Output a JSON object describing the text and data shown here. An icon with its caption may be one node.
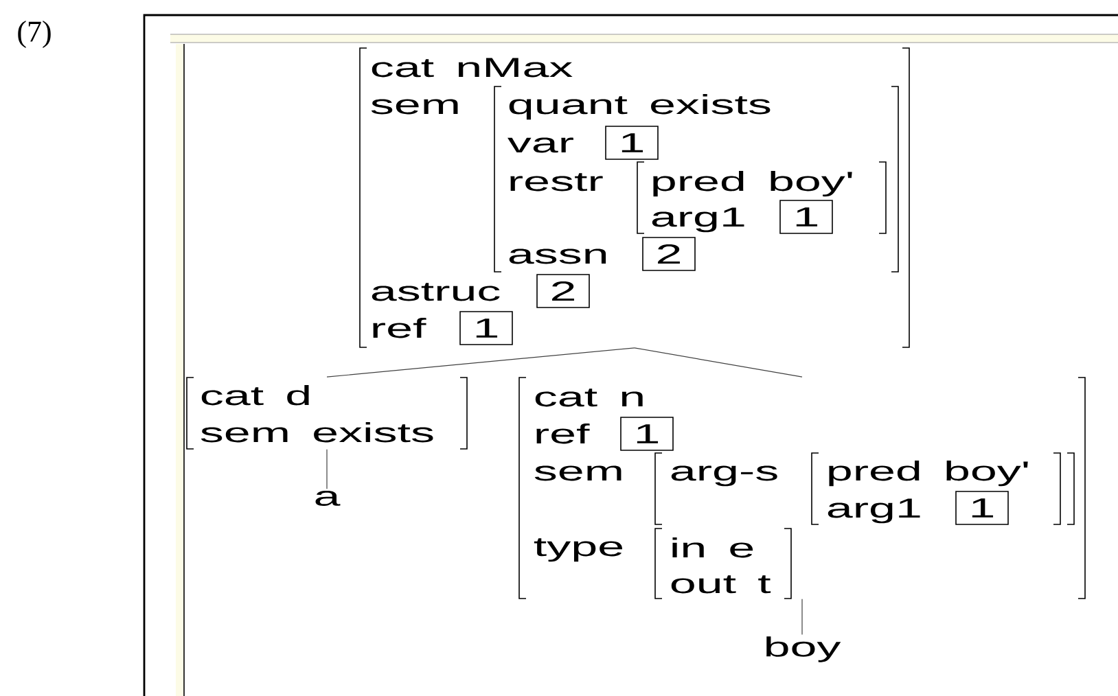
{
  "diagram": {
    "nodes": [
      {
        "text": [
          "cat nMax",
          "sem",
          "astruc",
          "ref"
        ]
      },
      {
        "text": [
          "quant exists",
          "var",
          "restr",
          "assn"
        ],
        "in": 0
      },
      {
        "text": [
          "1"
        ],
        "in": 1
      },
      {
        "text": [
          "pred boy'",
          "arg1"
        ],
        "in": 1
      },
      {
        "text": [
          "1"
        ],
        "in": 3
      },
      {
        "text": [
          "2"
        ],
        "in": 1
      },
      {
        "text": [
          "2"
        ],
        "in": 0
      },
      {
        "text": [
          "1"
        ],
        "in": 0
      },
      {
        "text": [
          "cat d",
          "sem exists"
        ]
      },
      {
        "text": [
          "a"
        ]
      },
      {
        "text": [
          "cat n",
          "ref",
          "sem",
          "type"
        ]
      },
      {
        "text": [
          "1"
        ],
        "in": 10
      },
      {
        "text": [
          "arg-s"
        ],
        "in": 10
      },
      {
        "text": [
          "pred boy'",
          "arg1"
        ],
        "in": 12
      },
      {
        "text": [
          "1"
        ],
        "in": 13
      },
      {
        "text": [
          "in e",
          "out t"
        ],
        "in": 10
      },
      {
        "text": [
          "boy"
        ]
      }
    ],
    "edges": [
      {
        "from": 0,
        "to": 8,
        "arrow": "none"
      },
      {
        "from": 0,
        "to": 10,
        "arrow": "none"
      },
      {
        "from": 8,
        "to": 9,
        "arrow": "none"
      },
      {
        "from": 10,
        "to": 16,
        "arrow": "none"
      }
    ],
    "labels": [
      "(7)"
    ]
  }
}
